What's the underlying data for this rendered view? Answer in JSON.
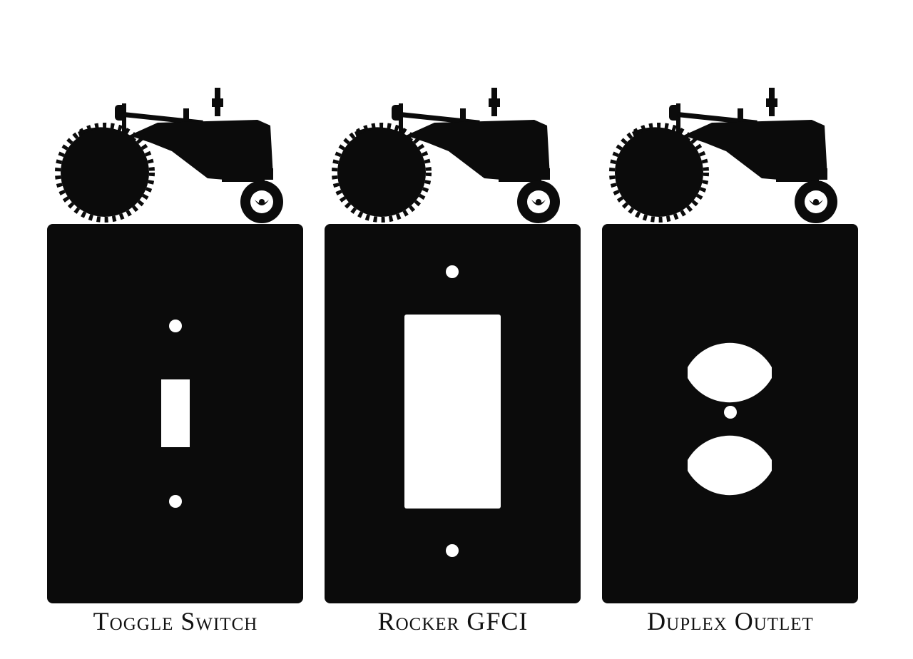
{
  "plate_color": "#0b0b0b",
  "background_color": "#ffffff",
  "products": [
    {
      "caption": "Toggle Switch",
      "opening": "toggle",
      "decoration": "tractor-icon"
    },
    {
      "caption": "Rocker GFCI",
      "opening": "rocker",
      "decoration": "tractor-icon"
    },
    {
      "caption": "Duplex Outlet",
      "opening": "duplex",
      "decoration": "tractor-icon"
    }
  ]
}
